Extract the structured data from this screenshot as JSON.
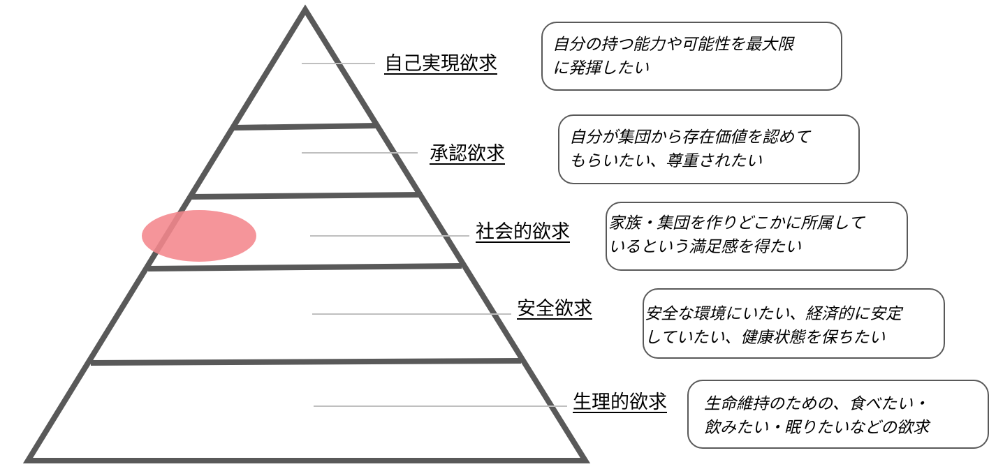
{
  "colors": {
    "pyramid_stroke": "#595959",
    "leader_line": "#bfbfbf",
    "highlight": "#f4868c"
  },
  "levels": [
    {
      "label": "自己実現欲求",
      "description": [
        "自分の持つ能力や可能性を最大限",
        "に発揮したい"
      ]
    },
    {
      "label": "承認欲求",
      "description": [
        "自分が集団から存在価値を認めて",
        "もらいたい、尊重されたい"
      ]
    },
    {
      "label": "社会的欲求",
      "description": [
        "家族・集団を作りどこかに所属して",
        "いるという満足感を得たい"
      ]
    },
    {
      "label": "安全欲求",
      "description": [
        "安全な環境にいたい、経済的に安定",
        "していたい、健康状態を保ちたい"
      ]
    },
    {
      "label": "生理的欲求",
      "description": [
        "生命維持のための、食べたい・",
        "飲みたい・眠りたいなどの欲求"
      ]
    }
  ]
}
